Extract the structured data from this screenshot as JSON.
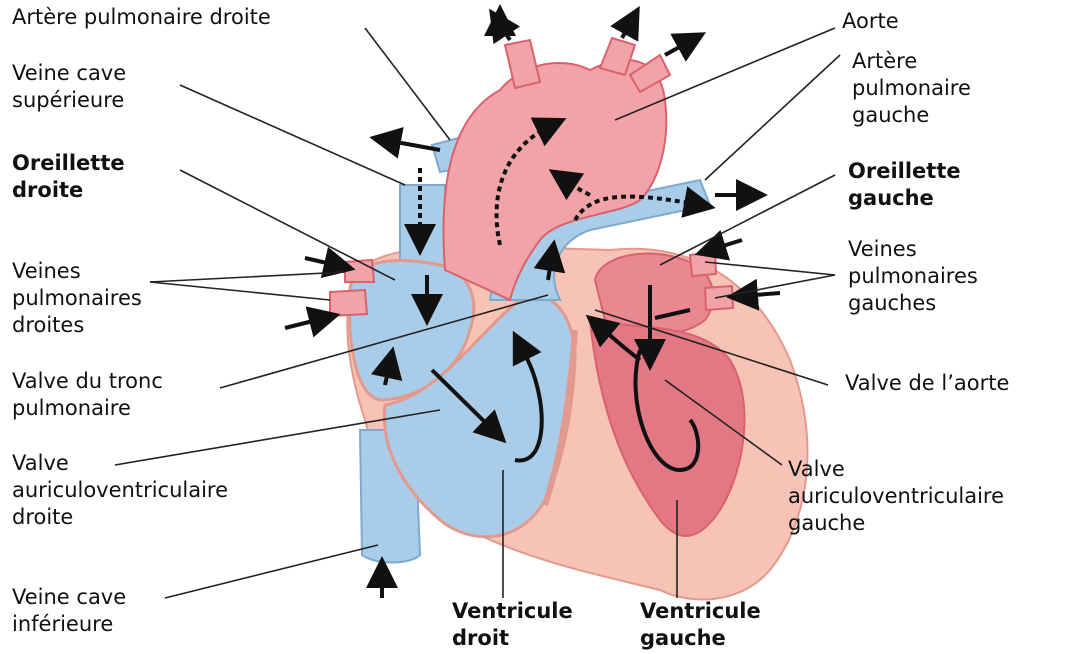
{
  "labels": {
    "arteria_pulmonaire_droite": [
      "Artère pulmonaire droite"
    ],
    "veine_cave_superieure": [
      "Veine cave",
      "supérieure"
    ],
    "oreillette_droite": [
      "Oreillette",
      "droite"
    ],
    "veines_pulmonaires_droites": [
      "Veines",
      "pulmonaires",
      "droites"
    ],
    "valve_tronc_pulmonaire": [
      "Valve du tronc",
      "pulmonaire"
    ],
    "valve_av_droite": [
      "Valve",
      "auriculoventriculaire",
      "droite"
    ],
    "veine_cave_inferieure": [
      "Veine cave",
      "inférieure"
    ],
    "ventricule_droit": [
      "Ventricule",
      "droit"
    ],
    "ventricule_gauche": [
      "Ventricule",
      "gauche"
    ],
    "aorte": [
      "Aorte"
    ],
    "artere_pulmonaire_gauche": [
      "Artère",
      "pulmonaire",
      "gauche"
    ],
    "oreillette_gauche": [
      "Oreillette",
      "gauche"
    ],
    "veines_pulmonaires_gauches": [
      "Veines",
      "pulmonaires",
      "gauches"
    ],
    "valve_aorte": [
      "Valve de l’aorte"
    ],
    "valve_av_gauche": [
      "Valve",
      "auriculoventriculaire",
      "gauche"
    ]
  },
  "colors": {
    "deoxygenated": "#a9cce8",
    "deoxygenated_dark": "#7fa9cf",
    "oxygenated": "#f2a3a8",
    "oxygenated_dark": "#d9626d",
    "myocardium": "#f6c3b6",
    "leader_line": "#222222",
    "arrow": "#111111"
  }
}
